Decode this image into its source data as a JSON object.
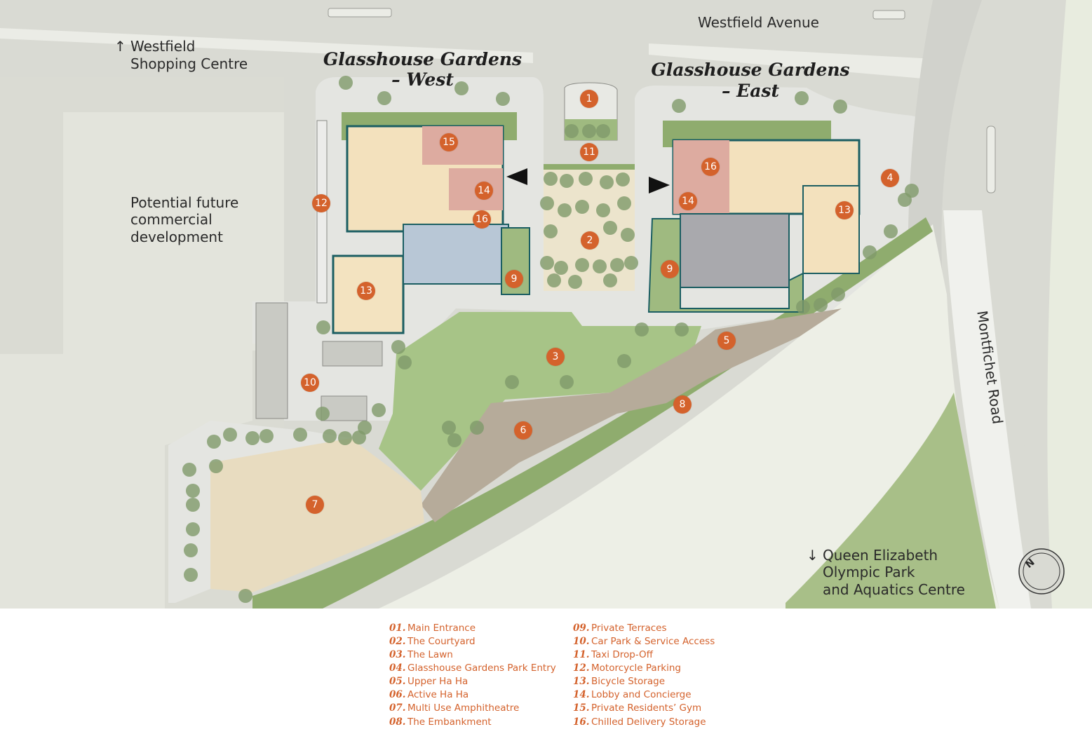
{
  "map": {
    "labels": {
      "westfield_avenue": "Westfield Avenue",
      "westfield_arrow": "↑",
      "westfield_line1": "Westfield",
      "westfield_line2": "Shopping Centre",
      "future_line1": "Potential future",
      "future_line2": "commercial",
      "future_line3": "development",
      "montfichet": "Montfichet Road",
      "qe_arrow": "↓",
      "qe_line1": "Queen Elizabeth",
      "qe_line2": "Olympic Park",
      "qe_line3": "and Aquatics Centre"
    },
    "titles": {
      "west_line1": "Glasshouse Gardens",
      "west_line2": "– West",
      "east_line1": "Glasshouse Gardens",
      "east_line2": "– East"
    },
    "compass": {
      "letter": "N"
    },
    "markers": [
      "1",
      "2",
      "3",
      "4",
      "5",
      "6",
      "7",
      "8",
      "9",
      "9",
      "10",
      "11",
      "12",
      "13",
      "13",
      "14",
      "14",
      "15",
      "16",
      "16"
    ],
    "colors": {
      "road": "#d4d6cf",
      "grass": "#94b074",
      "lawn": "#a7c487",
      "plaza": "#e3e3e0",
      "building": "#f3e1bd",
      "gym": "#ddaba0",
      "flats": "#b8c7d6",
      "flats_east": "#a9a9ad",
      "teal_outline": "#1b5e62",
      "amphitheatre": "#e8dcc0",
      "embankment": "#b3a797",
      "marker": "#d4622c"
    }
  },
  "legend": {
    "col1": [
      {
        "num": "01.",
        "label": "Main Entrance"
      },
      {
        "num": "02.",
        "label": "The Courtyard"
      },
      {
        "num": "03.",
        "label": "The Lawn"
      },
      {
        "num": "04.",
        "label": "Glasshouse Gardens Park Entry"
      },
      {
        "num": "05.",
        "label": "Upper Ha Ha"
      },
      {
        "num": "06.",
        "label": "Active Ha Ha"
      },
      {
        "num": "07.",
        "label": "Multi Use Amphitheatre"
      },
      {
        "num": "08.",
        "label": "The Embankment"
      }
    ],
    "col2": [
      {
        "num": "09.",
        "label": "Private Terraces"
      },
      {
        "num": "10.",
        "label": "Car Park & Service Access"
      },
      {
        "num": "11.",
        "label": "Taxi Drop-Off"
      },
      {
        "num": "12.",
        "label": "Motorcycle Parking"
      },
      {
        "num": "13.",
        "label": "Bicycle Storage"
      },
      {
        "num": "14.",
        "label": "Lobby and Concierge"
      },
      {
        "num": "15.",
        "label": "Private Residents’ Gym"
      },
      {
        "num": "16.",
        "label": "Chilled Delivery Storage"
      }
    ]
  }
}
